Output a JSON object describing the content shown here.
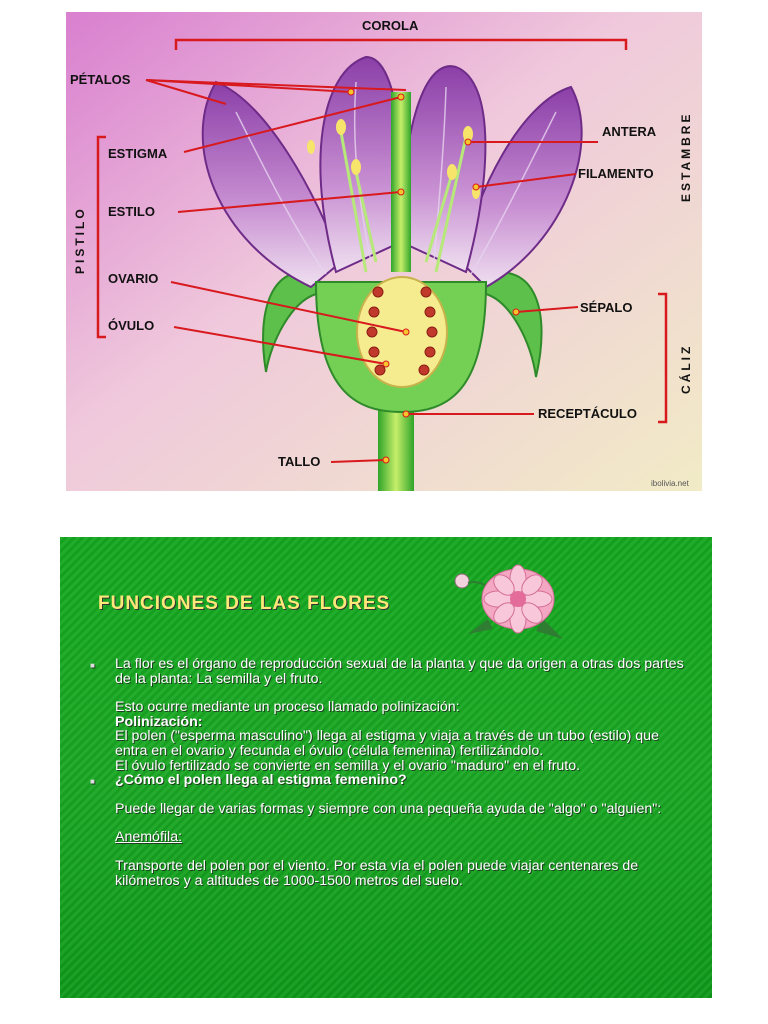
{
  "diagram": {
    "labels": {
      "corola": "COROLA",
      "petalos": "PÉTALOS",
      "estigma": "ESTIGMA",
      "estilo": "ESTILO",
      "ovario": "OVARIO",
      "ovulo": "ÓVULO",
      "antera": "ANTERA",
      "filamento": "FILAMENTO",
      "sepalo": "SÉPALO",
      "receptaculo": "RECEPTÁCULO",
      "tallo": "TALLO",
      "pistilo": "PISTILO",
      "estambre": "ESTAMBRE",
      "caliz": "CÁLIZ"
    },
    "credit": "ibolivia.net",
    "colors": {
      "background": "#e8b2d9",
      "leader_lines": "#d8191e",
      "petal": "#9a4fb0"
    }
  },
  "slide": {
    "title": "FUNCIONES DE LAS FLORES",
    "items": [
      {
        "lines": [
          "La flor es el órgano de reproducción sexual de la planta y que da origen a otras dos partes de la planta: La semilla y el fruto.",
          "Esto ocurre mediante un proceso llamado polinización:",
          "Polinización:",
          "El polen (\"esperma masculino\") llega al estigma y viaja a través de un tubo (estilo) que entra en el ovario y fecunda el óvulo (célula femenina) fertilizándolo.",
          "El óvulo fertilizado se convierte en semilla y el ovario \"maduro\" en el fruto."
        ]
      },
      {
        "lines": [
          "¿Cómo el polen llega al estigma femenino?",
          "Puede llegar de varias formas y siempre con una pequeña ayuda de \"algo\" o \"alguien\":",
          "Anemófila:",
          "Transporte del polen por el viento. Por esta vía el polen puede viajar centenares de kilómetros y a altitudes de 1000-1500 metros del suelo."
        ]
      }
    ],
    "flower_icon": "pink-dahlia-icon",
    "colors": {
      "background": "#1aa824",
      "title": "#ffe77a",
      "text": "#ffffff"
    }
  }
}
